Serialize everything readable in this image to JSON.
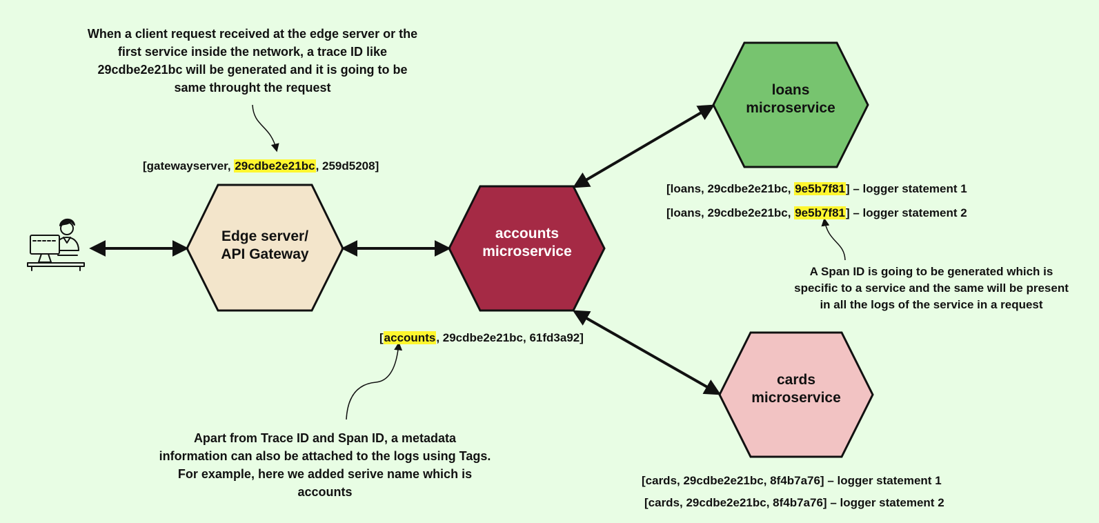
{
  "colors": {
    "background": "#e8fde4",
    "edge": "#f3e5cb",
    "accounts": "#a52a45",
    "loans": "#77c46f",
    "cards": "#f2c3c3",
    "highlight": "#fff62e",
    "stroke": "#111111"
  },
  "nodes": {
    "edge": {
      "line1": "Edge server/",
      "line2": "API Gateway"
    },
    "accounts": {
      "line1": "accounts",
      "line2": "microservice"
    },
    "loans": {
      "line1": "loans",
      "line2": "microservice"
    },
    "cards": {
      "line1": "cards",
      "line2": "microservice"
    }
  },
  "client_icon": "user-at-computer-icon",
  "notes": {
    "trace": {
      "line1": "When a client request received at the edge server or the",
      "line2": "first service inside the network, a trace ID like",
      "line3": "29cdbe2e21bc will be generated and it is going to be",
      "line4": "same throught the request"
    },
    "span": {
      "line1": "A Span ID is going to be generated which is",
      "line2": "specific to a service and the same will be present",
      "line3": "in all the logs of the service in a request"
    },
    "tags": {
      "line1": "Apart from Trace ID and Span ID, a metadata",
      "line2": "information can also be attached to the logs using Tags.",
      "line3": "For example, here we added serive name which is",
      "line4": "accounts"
    }
  },
  "logs": {
    "gateway": {
      "open": "[gatewayserver, ",
      "trace": "29cdbe2e21bc",
      "close": ", 259d5208]"
    },
    "accounts": {
      "open": "[",
      "service": "accounts",
      "close": ", 29cdbe2e21bc, 61fd3a92]"
    },
    "loans1": {
      "open": "[loans, 29cdbe2e21bc, ",
      "span": "9e5b7f81",
      "close": "] – logger statement 1"
    },
    "loans2": {
      "open": "[loans, 29cdbe2e21bc, ",
      "span": "9e5b7f81",
      "close": "] – logger statement 2"
    },
    "cards1": "[cards, 29cdbe2e21bc, 8f4b7a76] – logger statement 1",
    "cards2": "[cards, 29cdbe2e21bc, 8f4b7a76] – logger statement 2"
  }
}
